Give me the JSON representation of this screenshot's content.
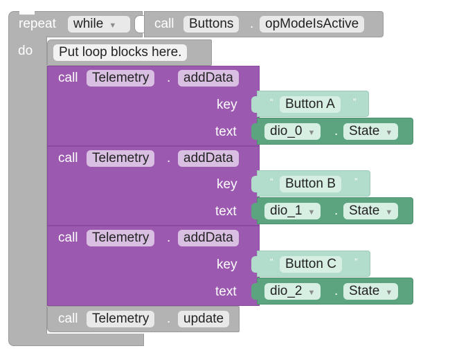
{
  "repeat_block": {
    "repeat_label": "repeat",
    "mode_value": "while",
    "do_label": "do"
  },
  "condition_block": {
    "call_label": "call",
    "component": "Buttons",
    "dot": ".",
    "method": "opModeIsActive"
  },
  "placeholder_block": {
    "text": "Put loop blocks here."
  },
  "add_data_blocks": [
    {
      "call_label": "call",
      "component": "Telemetry",
      "dot": ".",
      "method": "addData",
      "key_label": "key",
      "text_label": "text",
      "key_string": "Button A",
      "open_quote": "“",
      "close_quote": "”",
      "device": "dio_0",
      "property": "State"
    },
    {
      "call_label": "call",
      "component": "Telemetry",
      "dot": ".",
      "method": "addData",
      "key_label": "key",
      "text_label": "text",
      "key_string": "Button B",
      "open_quote": "“",
      "close_quote": "”",
      "device": "dio_1",
      "property": "State"
    },
    {
      "call_label": "call",
      "component": "Telemetry",
      "dot": ".",
      "method": "addData",
      "key_label": "key",
      "text_label": "text",
      "key_string": "Button C",
      "open_quote": "“",
      "close_quote": "”",
      "device": "dio_2",
      "property": "State"
    }
  ],
  "update_block": {
    "call_label": "call",
    "component": "Telemetry",
    "dot": ".",
    "method": "update"
  },
  "colors": {
    "control_gray": "#b3b3b3",
    "telemetry_purple": "#9c59b0",
    "string_green": "#b2dccb",
    "getter_green": "#5ba47f"
  },
  "icons": {
    "dropdown": "dropdown-arrow-icon"
  }
}
